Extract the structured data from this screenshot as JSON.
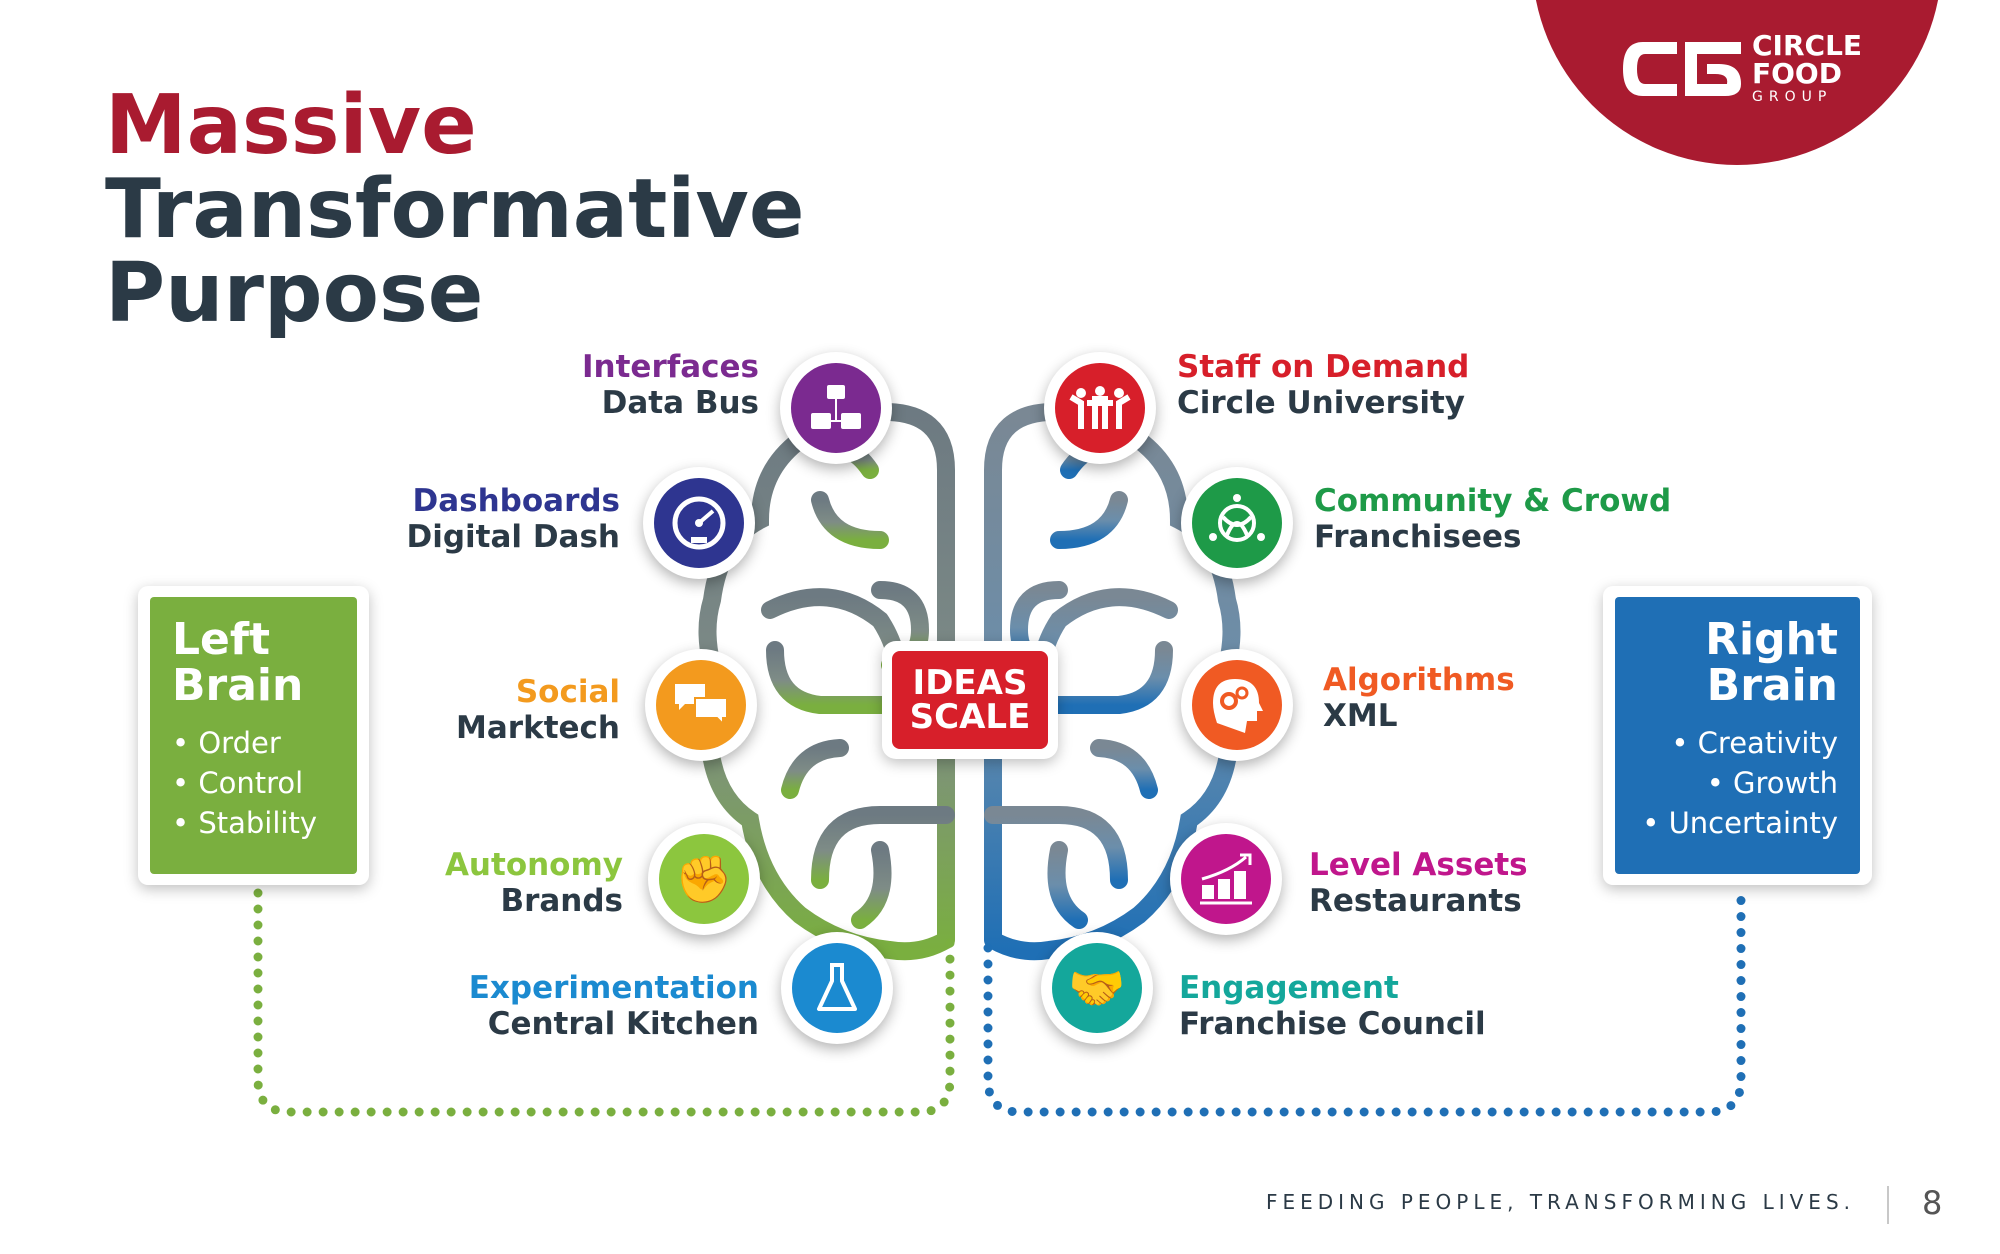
{
  "title": {
    "line1": "Massive",
    "line2": "Transformative",
    "line3": "Purpose"
  },
  "logo": {
    "line1": "CIRCLE",
    "line2": "FOOD",
    "line3": "GROUP",
    "mark": "CF"
  },
  "left_brain": {
    "title1": "Left",
    "title2": "Brain",
    "items": [
      "Order",
      "Control",
      "Stability"
    ],
    "color": "#7aaf3f"
  },
  "right_brain": {
    "title1": "Right",
    "title2": "Brain",
    "items": [
      "Creativity",
      "Growth",
      "Uncertainty"
    ],
    "color": "#1f6fb5"
  },
  "center": {
    "line1": "IDEAS",
    "line2": "SCALE"
  },
  "nodes": [
    {
      "label": "Interfaces",
      "sub": "Data Bus",
      "icon": "flowchart-icon",
      "color": "#7b2a90"
    },
    {
      "label": "Dashboards",
      "sub": "Digital Dash",
      "icon": "speedometer-icon",
      "color": "#2e3590"
    },
    {
      "label": "Social",
      "sub": "Marktech",
      "icon": "chat-bubbles-icon",
      "color": "#f39a1e"
    },
    {
      "label": "Autonomy",
      "sub": "Brands",
      "icon": "raised-fist-icon",
      "color": "#8cc63e"
    },
    {
      "label": "Experimentation",
      "sub": "Central Kitchen",
      "icon": "flask-icon",
      "color": "#1b8ad0"
    },
    {
      "label": "Staff on Demand",
      "sub": "Circle University",
      "icon": "people-icon",
      "color": "#d71f2a"
    },
    {
      "label": "Community & Crowd",
      "sub": "Franchisees",
      "icon": "community-knot-icon",
      "color": "#1e9a48"
    },
    {
      "label": "Algorithms",
      "sub": "XML",
      "icon": "head-gears-icon",
      "color": "#f05a23"
    },
    {
      "label": "Level Assets",
      "sub": "Restaurants",
      "icon": "growth-chart-icon",
      "color": "#c0168c"
    },
    {
      "label": "Engagement",
      "sub": "Franchise Council",
      "icon": "handshake-icon",
      "color": "#14a79b"
    }
  ],
  "footer": {
    "tagline": "FEEDING PEOPLE, TRANSFORMING LIVES.",
    "page": "8"
  }
}
